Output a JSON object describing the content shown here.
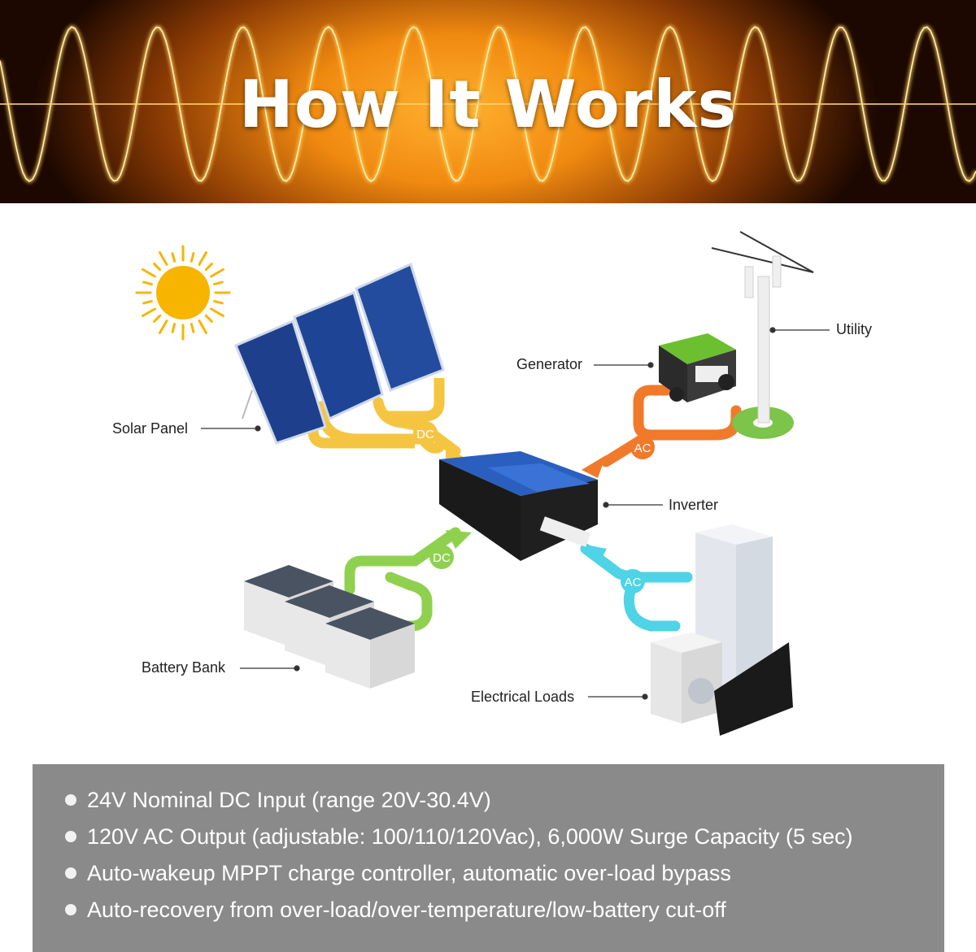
{
  "banner": {
    "title": "How It Works"
  },
  "diagram": {
    "labels": {
      "solar_panel": "Solar Panel",
      "generator": "Generator",
      "utility": "Utility",
      "inverter": "Inverter",
      "battery_bank": "Battery Bank",
      "electrical_loads": "Electrical Loads"
    },
    "flows": {
      "solar": "DC",
      "battery": "DC",
      "generator": "AC",
      "loads": "AC"
    },
    "colors": {
      "solar_dc": "#f5c542",
      "battery_dc": "#8fd14f",
      "generator_ac": "#f07a2a",
      "loads_ac": "#4fd3e6",
      "inverter_blue": "#1f4fa8",
      "sun": "#f7b500"
    }
  },
  "features": {
    "items": [
      "24V Nominal DC Input (range 20V-30.4V)",
      "120V AC Output (adjustable: 100/110/120Vac), 6,000W Surge Capacity (5 sec)",
      "Auto-wakeup MPPT charge controller, automatic over-load bypass",
      "Auto-recovery from over-load/over-temperature/low-battery cut-off"
    ]
  }
}
